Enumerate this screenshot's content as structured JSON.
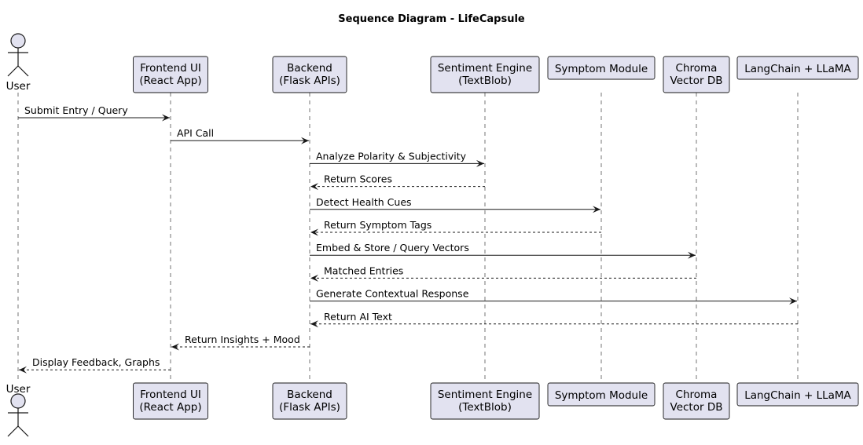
{
  "title": "Sequence Diagram - LifeCapsule",
  "colors": {
    "participant_fill": "#e2e2f0",
    "participant_stroke": "#181818",
    "lifeline": "#181818",
    "arrow": "#181818",
    "text": "#000000"
  },
  "participants": [
    {
      "id": "user",
      "kind": "actor",
      "lines": [
        "User"
      ]
    },
    {
      "id": "frontend",
      "kind": "box",
      "lines": [
        "Frontend UI",
        "(React App)"
      ]
    },
    {
      "id": "backend",
      "kind": "box",
      "lines": [
        "Backend",
        "(Flask APIs)"
      ]
    },
    {
      "id": "sentiment",
      "kind": "box",
      "lines": [
        "Sentiment Engine",
        "(TextBlob)"
      ]
    },
    {
      "id": "symptom",
      "kind": "box",
      "lines": [
        "Symptom Module"
      ]
    },
    {
      "id": "chroma",
      "kind": "box",
      "lines": [
        "Chroma",
        "Vector DB"
      ]
    },
    {
      "id": "langchain",
      "kind": "box",
      "lines": [
        "LangChain + LLaMA"
      ]
    }
  ],
  "messages": [
    {
      "from": "user",
      "to": "frontend",
      "label": "Submit Entry / Query",
      "style": "sync"
    },
    {
      "from": "frontend",
      "to": "backend",
      "label": "API Call",
      "style": "sync"
    },
    {
      "from": "backend",
      "to": "sentiment",
      "label": "Analyze Polarity & Subjectivity",
      "style": "sync"
    },
    {
      "from": "sentiment",
      "to": "backend",
      "label": "Return Scores",
      "style": "reply"
    },
    {
      "from": "backend",
      "to": "symptom",
      "label": "Detect Health Cues",
      "style": "sync"
    },
    {
      "from": "symptom",
      "to": "backend",
      "label": "Return Symptom Tags",
      "style": "reply"
    },
    {
      "from": "backend",
      "to": "chroma",
      "label": "Embed & Store / Query Vectors",
      "style": "sync"
    },
    {
      "from": "chroma",
      "to": "backend",
      "label": "Matched Entries",
      "style": "reply"
    },
    {
      "from": "backend",
      "to": "langchain",
      "label": "Generate Contextual Response",
      "style": "sync"
    },
    {
      "from": "langchain",
      "to": "backend",
      "label": "Return AI Text",
      "style": "reply"
    },
    {
      "from": "backend",
      "to": "frontend",
      "label": "Return Insights + Mood",
      "style": "reply"
    },
    {
      "from": "frontend",
      "to": "user",
      "label": "Display Feedback, Graphs",
      "style": "reply"
    }
  ]
}
